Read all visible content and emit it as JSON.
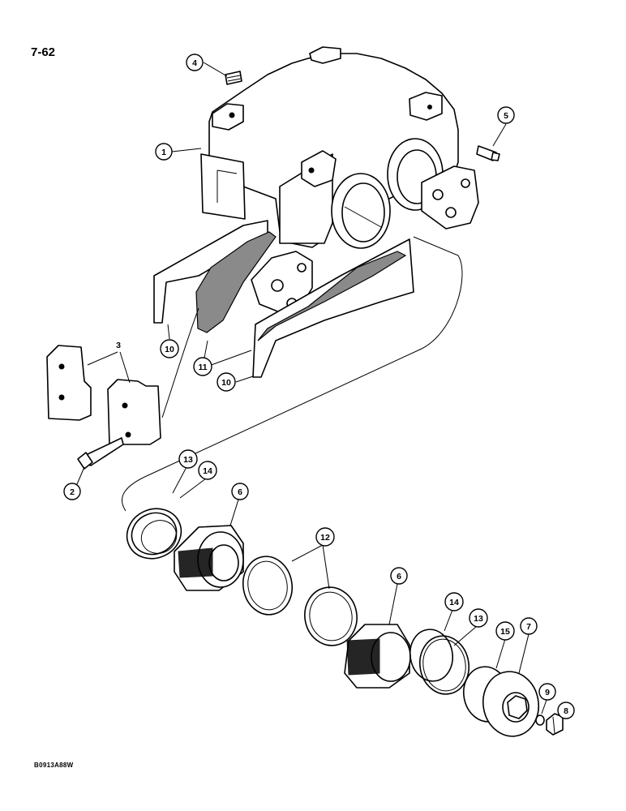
{
  "page": {
    "number": "7-62",
    "figure_code": "B0913A88W"
  },
  "callouts": [
    {
      "id": "c1",
      "label": "1"
    },
    {
      "id": "c2",
      "label": "2"
    },
    {
      "id": "c3",
      "label": "3"
    },
    {
      "id": "c4",
      "label": "4"
    },
    {
      "id": "c5",
      "label": "5"
    },
    {
      "id": "c6a",
      "label": "6"
    },
    {
      "id": "c6b",
      "label": "6"
    },
    {
      "id": "c7",
      "label": "7"
    },
    {
      "id": "c8",
      "label": "8"
    },
    {
      "id": "c9",
      "label": "9"
    },
    {
      "id": "c10a",
      "label": "10"
    },
    {
      "id": "c10b",
      "label": "10"
    },
    {
      "id": "c11",
      "label": "11"
    },
    {
      "id": "c12",
      "label": "12"
    },
    {
      "id": "c13a",
      "label": "13"
    },
    {
      "id": "c13b",
      "label": "13"
    },
    {
      "id": "c14a",
      "label": "14"
    },
    {
      "id": "c14b",
      "label": "14"
    },
    {
      "id": "c15",
      "label": "15"
    }
  ]
}
